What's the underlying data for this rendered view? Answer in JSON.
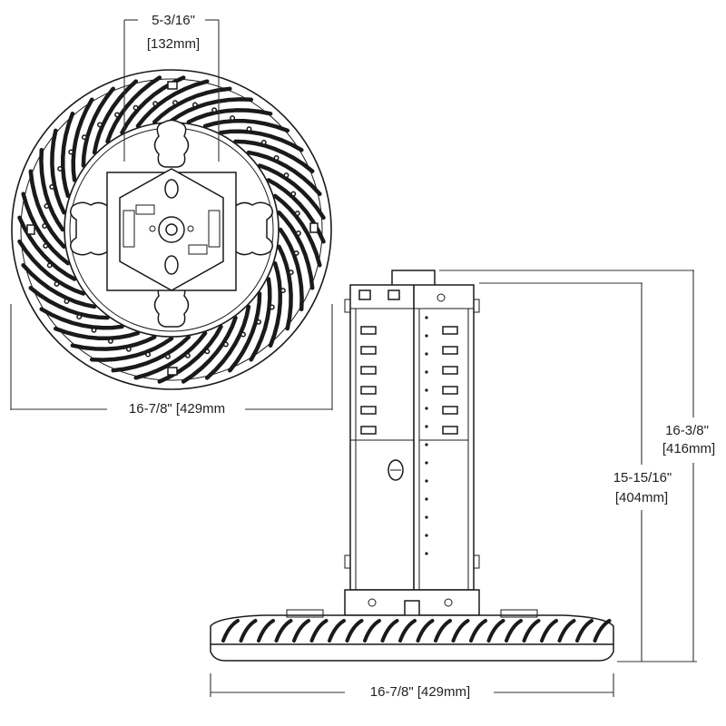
{
  "top_view": {
    "hub_width_line1": "5-3/16\"",
    "hub_width_line2": "[132mm]",
    "diameter": "16-7/8\" [429mm"
  },
  "side_view": {
    "overall_height_line1": "16-3/8\"",
    "overall_height_line2": "[416mm]",
    "housing_height_line1": "15-15/16\"",
    "housing_height_line2": "[404mm]",
    "width": "16-7/8\" [429mm]"
  },
  "colors": {
    "line": "#1a1a1a",
    "background": "#ffffff"
  }
}
